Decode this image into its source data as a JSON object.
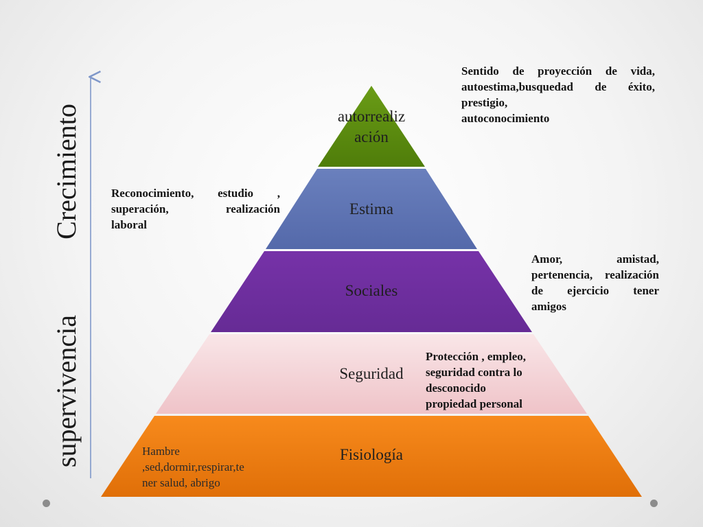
{
  "pyramid": {
    "levels": [
      {
        "label": "autorrealiz ación",
        "color": "#5f8f10"
      },
      {
        "label": "Estima",
        "color": "#6076b3"
      },
      {
        "label": "Sociales",
        "color": "#7030a0"
      },
      {
        "label": "Seguridad",
        "color": "#f2cfd2"
      },
      {
        "label": "Fisiología",
        "color": "#f07c13"
      }
    ]
  },
  "notes": {
    "top": {
      "lines": [
        "Sentido de proyección de vida,",
        "autoestima,busquedad de",
        "éxito, prestigio,",
        "autoconocimiento"
      ]
    },
    "estima": {
      "lines": [
        "Reconocimiento, estudio ,",
        "superación, realización",
        "laboral"
      ]
    },
    "sociales": {
      "lines": [
        "Amor, amistad,",
        "pertenencia,",
        "realización de",
        "ejercicio tener",
        "amigos"
      ]
    },
    "seguridad": {
      "lines": [
        "Protección , empleo,",
        "seguridad contra lo",
        "desconocido",
        "propiedad personal"
      ]
    },
    "fisiologia": {
      "lines": [
        "Hambre",
        ",sed,dormir,respirar,te",
        "ner salud, abrigo"
      ]
    }
  },
  "axis": {
    "top_label": "Crecimiento",
    "bottom_label": "supervivencia",
    "arrow_color": "#7f97c9"
  }
}
